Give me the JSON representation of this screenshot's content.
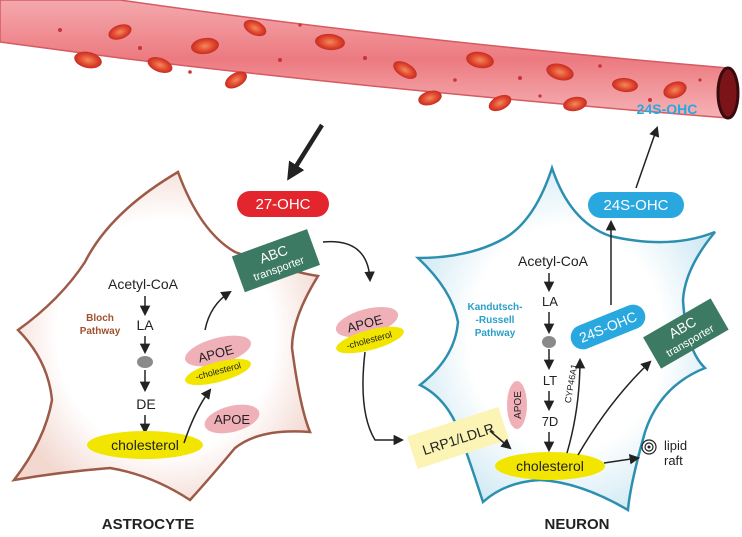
{
  "vessel": {
    "label_27": "27-OHC",
    "label_24": "24S-OHC"
  },
  "astrocyte": {
    "title": "ASTROCYTE",
    "pathway_line1": "Bloch",
    "pathway_line2": "Pathway",
    "steps": [
      "Acetyl-CoA",
      "LA",
      "DE"
    ],
    "cholesterol": "cholesterol",
    "apoe": "APOE",
    "apoe_chol_line1": "APOE",
    "apoe_chol_line2": "-cholesterol",
    "abc_line1": "ABC",
    "abc_line2": "transporter"
  },
  "middle": {
    "oxysterol_27": "27-OHC",
    "apoe_chol_line1": "APOE",
    "apoe_chol_line2": "-cholesterol",
    "receptor": "LRP1/LDLR"
  },
  "neuron": {
    "title": "NEURON",
    "pathway_line1": "Kandutsch-",
    "pathway_line2": "-Russell",
    "pathway_line3": "Pathway",
    "steps": [
      "Acetyl-CoA",
      "LA",
      "LT",
      "7D"
    ],
    "cholesterol": "cholesterol",
    "apoe": "APOE",
    "cyp": "CYP46A1",
    "oxysterol_24_inner": "24S-OHC",
    "oxysterol_24_outer": "24S-OHC",
    "abc_line1": "ABC",
    "abc_line2": "transporter",
    "lipid_line1": "lipid",
    "lipid_line2": "raft"
  },
  "colors": {
    "vessel": "#e8626b",
    "rbc": "#d9302a",
    "astro_border": "#9c5a48",
    "neuron_border": "#2d8fb0",
    "ohc27": "#e3262d",
    "ohc24": "#29a8e0",
    "abc": "#3d7a63",
    "yellow": "#f2e600",
    "pink": "#f0b0b8",
    "receptor": "#fbf4b4",
    "bloch": "#a0522d",
    "kandutsch": "#2aa0c8"
  }
}
